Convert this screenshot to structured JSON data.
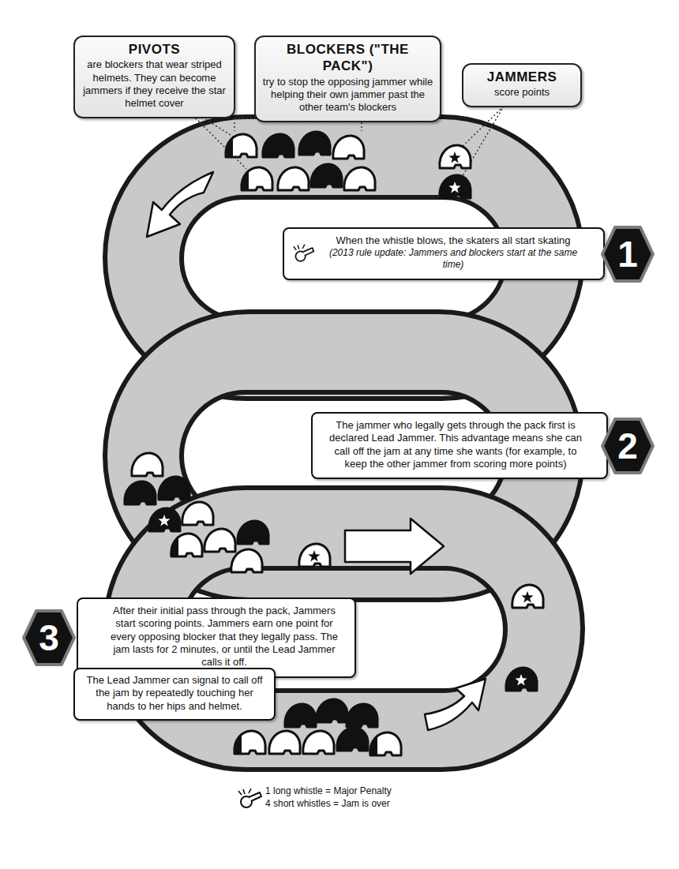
{
  "diagram": {
    "nodes": [
      {
        "text": [
          "PIVOTS",
          "are blockers that wear striped helmets. They can become jammers if they receive the star helmet cover"
        ]
      },
      {
        "text": [
          "BLOCKERS (\"THE PACK\")",
          "try to stop the opposing jammer while helping their own jammer past the other team's blockers"
        ]
      },
      {
        "text": [
          "JAMMERS",
          "score points"
        ]
      },
      {
        "text": [
          "When the whistle blows, the skaters all start skating",
          "(2013 rule update: Jammers and blockers start at the same time)"
        ]
      },
      {
        "text": [
          "1"
        ]
      },
      {
        "text": [
          "The jammer who legally gets through the pack first is declared Lead Jammer. This advantage means she can call off the jam at any time she wants (for example, to keep the other jammer from scoring more points)"
        ]
      },
      {
        "text": [
          "2"
        ]
      },
      {
        "text": [
          "3"
        ]
      },
      {
        "text": [
          "After their initial pass through the pack, Jammers start scoring points. Jammers earn one point for every opposing blocker that they legally pass. The jam lasts for 2 minutes, or until the Lead Jammer calls it off."
        ]
      },
      {
        "text": [
          "The Lead Jammer can signal to call off the jam by repeatedly touching her hands to her hips and helmet."
        ]
      }
    ],
    "legend": [
      {
        "text": "1 long whistle = Major Penalty"
      },
      {
        "text": "4 short whistles = Jam is over"
      }
    ]
  }
}
